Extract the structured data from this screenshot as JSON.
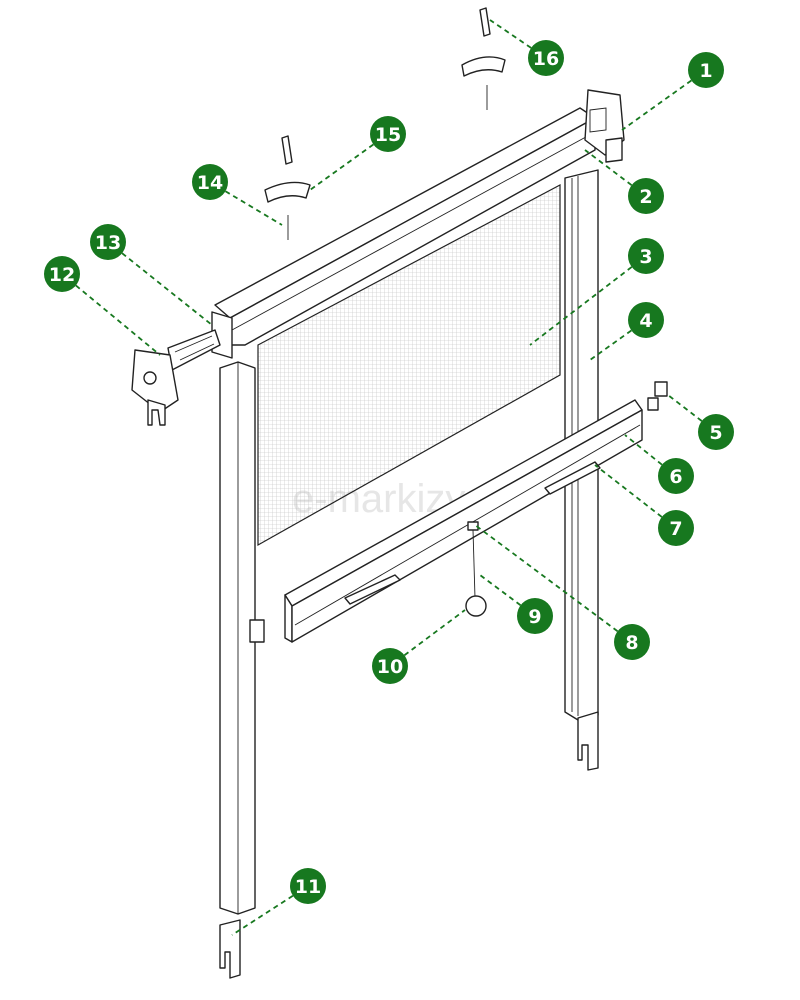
{
  "title": "Roller insect screen exploded diagram",
  "watermark": "e-markizy.pl",
  "colors": {
    "callout": "#17781f",
    "line": "#222222",
    "mesh": "#bbbbbb"
  },
  "callouts": [
    {
      "label": "1"
    },
    {
      "label": "2"
    },
    {
      "label": "3"
    },
    {
      "label": "4"
    },
    {
      "label": "5"
    },
    {
      "label": "6"
    },
    {
      "label": "7"
    },
    {
      "label": "8"
    },
    {
      "label": "9"
    },
    {
      "label": "10"
    },
    {
      "label": "11"
    },
    {
      "label": "12"
    },
    {
      "label": "13"
    },
    {
      "label": "14"
    },
    {
      "label": "15"
    },
    {
      "label": "16"
    }
  ]
}
